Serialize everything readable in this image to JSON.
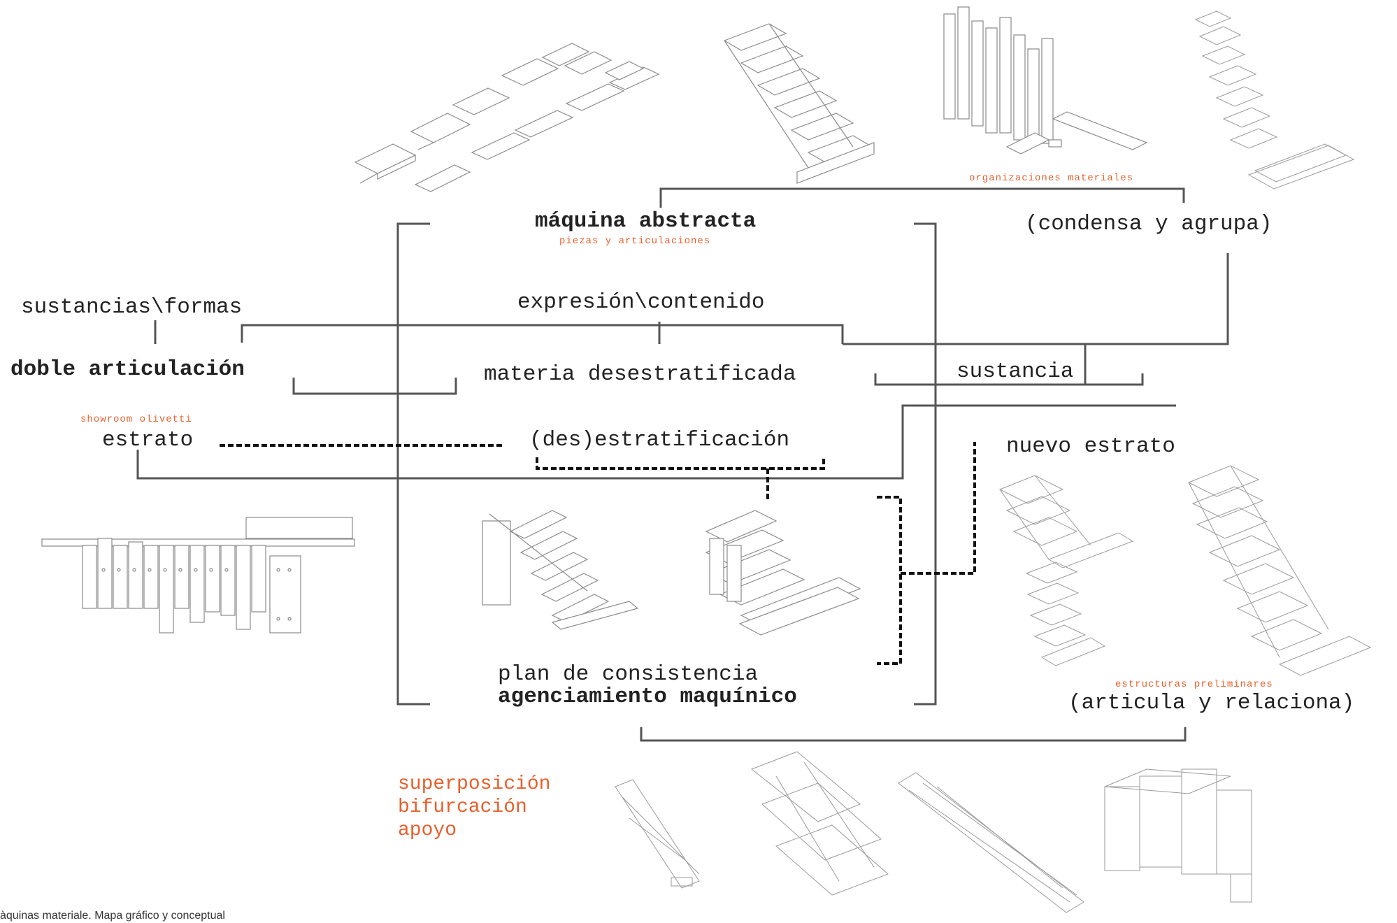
{
  "colors": {
    "accent": "#e8602c",
    "ink": "#222222",
    "line": "#555555"
  },
  "labels": {
    "maquina_abstracta": "máquina abstracta",
    "piezas": "piezas y articulaciones",
    "organizaciones": "organizaciones materiales",
    "condensa": "(condensa y agrupa)",
    "sustancias_formas": "sustancias\\formas",
    "expresion": "expresión\\contenido",
    "doble": "doble articulación",
    "materia": "materia desestratificada",
    "sustancia": "sustancia",
    "showroom": "showroom olivetti",
    "estrato": "estrato",
    "desestratificacion": "(des)estratificación",
    "nuevo_estrato": "nuevo estrato",
    "plan": "plan de consistencia",
    "agenciamiento": "agenciamiento maquínico",
    "estructuras": "estructuras preliminares",
    "articula": "(articula y relaciona)",
    "superposicion": "superposición",
    "bifurcacion": "bifurcación",
    "apoyo": "apoyo"
  },
  "caption": "àquinas materiale. Mapa gráfico y conceptual",
  "drawings": [
    {
      "name": "isometric-plates-drawing"
    },
    {
      "name": "isometric-stair-drawing"
    },
    {
      "name": "isometric-columns-drawing"
    },
    {
      "name": "isometric-frames-drawing"
    },
    {
      "name": "showroom-olivetti-elevation-drawing"
    },
    {
      "name": "plan-stair-a-drawing"
    },
    {
      "name": "plan-stair-b-drawing"
    },
    {
      "name": "nuevo-estrato-small-drawing"
    },
    {
      "name": "nuevo-estrato-tower-drawing"
    },
    {
      "name": "nuevo-estrato-large-drawing"
    },
    {
      "name": "superposicion-a-drawing"
    },
    {
      "name": "superposicion-b-drawing"
    },
    {
      "name": "superposicion-c-drawing"
    },
    {
      "name": "superposicion-d-drawing"
    }
  ]
}
